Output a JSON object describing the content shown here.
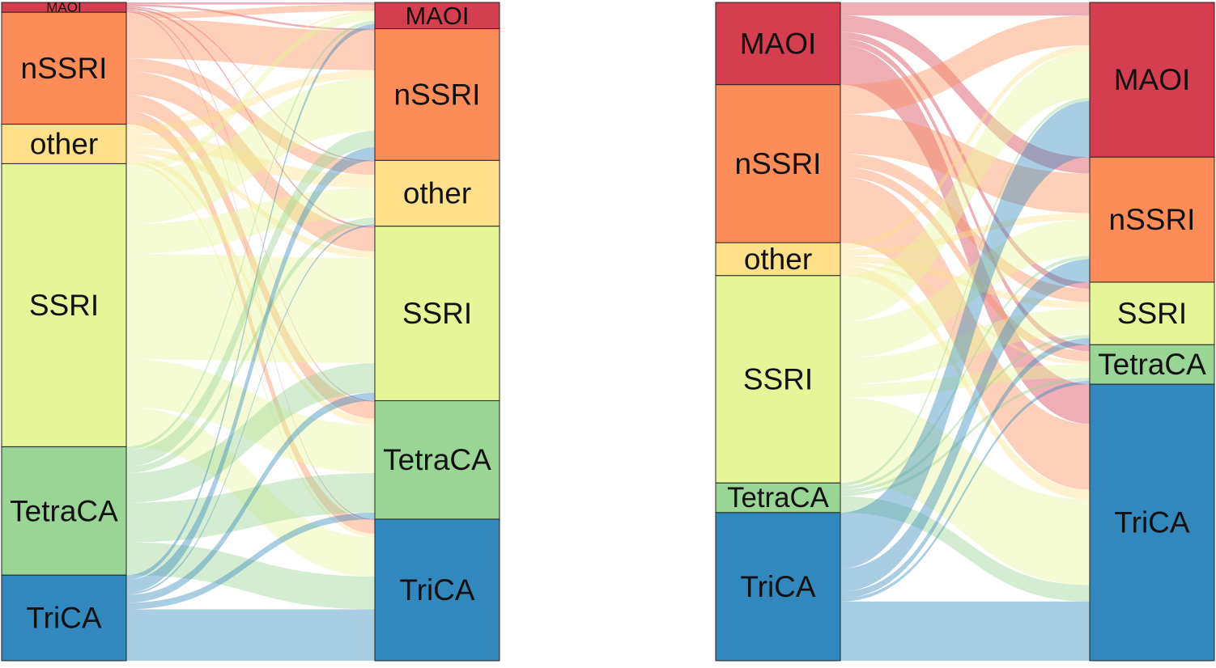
{
  "chart_data": [
    {
      "type": "sankey",
      "title": "",
      "categories": [
        "MAOI",
        "nSSRI",
        "other",
        "SSRI",
        "TetraCA",
        "TriCA"
      ],
      "colors": {
        "MAOI": "#d53e4f",
        "nSSRI": "#fc8d59",
        "other": "#fee08b",
        "SSRI": "#e6f598",
        "TetraCA": "#99d594",
        "TriCA": "#3288bd"
      },
      "left_stage": {
        "MAOI": 1.5,
        "nSSRI": 17,
        "other": 6,
        "SSRI": 43,
        "TetraCA": 19.5,
        "TriCA": 13
      },
      "right_stage": {
        "MAOI": 4,
        "nSSRI": 20,
        "other": 10,
        "SSRI": 26.5,
        "TetraCA": 18,
        "TriCA": 21.5
      },
      "flows": [
        {
          "from": "MAOI",
          "to": "MAOI",
          "value": 0.3
        },
        {
          "from": "MAOI",
          "to": "nSSRI",
          "value": 0.3
        },
        {
          "from": "MAOI",
          "to": "other",
          "value": 0.2
        },
        {
          "from": "MAOI",
          "to": "SSRI",
          "value": 0.3
        },
        {
          "from": "MAOI",
          "to": "TetraCA",
          "value": 0.2
        },
        {
          "from": "MAOI",
          "to": "TriCA",
          "value": 0.2
        },
        {
          "from": "nSSRI",
          "to": "MAOI",
          "value": 1.0
        },
        {
          "from": "nSSRI",
          "to": "nSSRI",
          "value": 6.0
        },
        {
          "from": "nSSRI",
          "to": "other",
          "value": 2.0
        },
        {
          "from": "nSSRI",
          "to": "SSRI",
          "value": 3.5
        },
        {
          "from": "nSSRI",
          "to": "TetraCA",
          "value": 2.5
        },
        {
          "from": "nSSRI",
          "to": "TriCA",
          "value": 2.0
        },
        {
          "from": "other",
          "to": "MAOI",
          "value": 0.3
        },
        {
          "from": "other",
          "to": "nSSRI",
          "value": 1.2
        },
        {
          "from": "other",
          "to": "other",
          "value": 2.0
        },
        {
          "from": "other",
          "to": "SSRI",
          "value": 1.0
        },
        {
          "from": "other",
          "to": "TetraCA",
          "value": 1.0
        },
        {
          "from": "other",
          "to": "TriCA",
          "value": 0.5
        },
        {
          "from": "SSRI",
          "to": "MAOI",
          "value": 1.2
        },
        {
          "from": "SSRI",
          "to": "nSSRI",
          "value": 8.0
        },
        {
          "from": "SSRI",
          "to": "other",
          "value": 4.5
        },
        {
          "from": "SSRI",
          "to": "SSRI",
          "value": 16.0
        },
        {
          "from": "SSRI",
          "to": "TetraCA",
          "value": 7.3
        },
        {
          "from": "SSRI",
          "to": "TriCA",
          "value": 6.0
        },
        {
          "from": "TetraCA",
          "to": "MAOI",
          "value": 0.5
        },
        {
          "from": "TetraCA",
          "to": "nSSRI",
          "value": 2.5
        },
        {
          "from": "TetraCA",
          "to": "other",
          "value": 1.0
        },
        {
          "from": "TetraCA",
          "to": "SSRI",
          "value": 4.5
        },
        {
          "from": "TetraCA",
          "to": "TetraCA",
          "value": 6.0
        },
        {
          "from": "TetraCA",
          "to": "TriCA",
          "value": 5.0
        },
        {
          "from": "TriCA",
          "to": "MAOI",
          "value": 0.7
        },
        {
          "from": "TriCA",
          "to": "nSSRI",
          "value": 2.0
        },
        {
          "from": "TriCA",
          "to": "other",
          "value": 0.3
        },
        {
          "from": "TriCA",
          "to": "SSRI",
          "value": 1.2
        },
        {
          "from": "TriCA",
          "to": "TetraCA",
          "value": 1.0
        },
        {
          "from": "TriCA",
          "to": "TriCA",
          "value": 7.8
        }
      ]
    },
    {
      "type": "sankey",
      "title": "",
      "categories": [
        "MAOI",
        "nSSRI",
        "other",
        "SSRI",
        "TetraCA",
        "TriCA"
      ],
      "colors": {
        "MAOI": "#d53e4f",
        "nSSRI": "#fc8d59",
        "other": "#fee08b",
        "SSRI": "#e6f598",
        "TetraCA": "#99d594",
        "TriCA": "#3288bd"
      },
      "left_stage": {
        "MAOI": 12.5,
        "nSSRI": 24,
        "other": 5,
        "SSRI": 31.5,
        "TetraCA": 4.5,
        "TriCA": 22.5
      },
      "right_stage": {
        "MAOI": 23.5,
        "nSSRI": 19,
        "other": 0,
        "SSRI": 9.5,
        "TetraCA": 6,
        "TriCA": 42
      },
      "flows": [
        {
          "from": "MAOI",
          "to": "MAOI",
          "value": 2.0
        },
        {
          "from": "MAOI",
          "to": "nSSRI",
          "value": 2.5
        },
        {
          "from": "MAOI",
          "to": "SSRI",
          "value": 1.0
        },
        {
          "from": "MAOI",
          "to": "TetraCA",
          "value": 1.0
        },
        {
          "from": "MAOI",
          "to": "TriCA",
          "value": 6.0
        },
        {
          "from": "nSSRI",
          "to": "MAOI",
          "value": 4.5
        },
        {
          "from": "nSSRI",
          "to": "nSSRI",
          "value": 6.0
        },
        {
          "from": "nSSRI",
          "to": "SSRI",
          "value": 2.0
        },
        {
          "from": "nSSRI",
          "to": "TetraCA",
          "value": 1.5
        },
        {
          "from": "nSSRI",
          "to": "TriCA",
          "value": 10.0
        },
        {
          "from": "other",
          "to": "MAOI",
          "value": 1.0
        },
        {
          "from": "other",
          "to": "nSSRI",
          "value": 1.0
        },
        {
          "from": "other",
          "to": "SSRI",
          "value": 1.0
        },
        {
          "from": "other",
          "to": "TetraCA",
          "value": 0.5
        },
        {
          "from": "other",
          "to": "TriCA",
          "value": 1.5
        },
        {
          "from": "SSRI",
          "to": "MAOI",
          "value": 7.0
        },
        {
          "from": "SSRI",
          "to": "nSSRI",
          "value": 5.5
        },
        {
          "from": "SSRI",
          "to": "SSRI",
          "value": 4.0
        },
        {
          "from": "SSRI",
          "to": "TetraCA",
          "value": 2.0
        },
        {
          "from": "SSRI",
          "to": "TriCA",
          "value": 13.0
        },
        {
          "from": "TetraCA",
          "to": "MAOI",
          "value": 0.5
        },
        {
          "from": "TetraCA",
          "to": "nSSRI",
          "value": 0.5
        },
        {
          "from": "TetraCA",
          "to": "SSRI",
          "value": 0.5
        },
        {
          "from": "TetraCA",
          "to": "TetraCA",
          "value": 0.5
        },
        {
          "from": "TetraCA",
          "to": "TriCA",
          "value": 2.5
        },
        {
          "from": "TriCA",
          "to": "MAOI",
          "value": 8.5
        },
        {
          "from": "TriCA",
          "to": "nSSRI",
          "value": 3.5
        },
        {
          "from": "TriCA",
          "to": "SSRI",
          "value": 1.0
        },
        {
          "from": "TriCA",
          "to": "TetraCA",
          "value": 0.5
        },
        {
          "from": "TriCA",
          "to": "TriCA",
          "value": 9.0
        }
      ]
    }
  ]
}
